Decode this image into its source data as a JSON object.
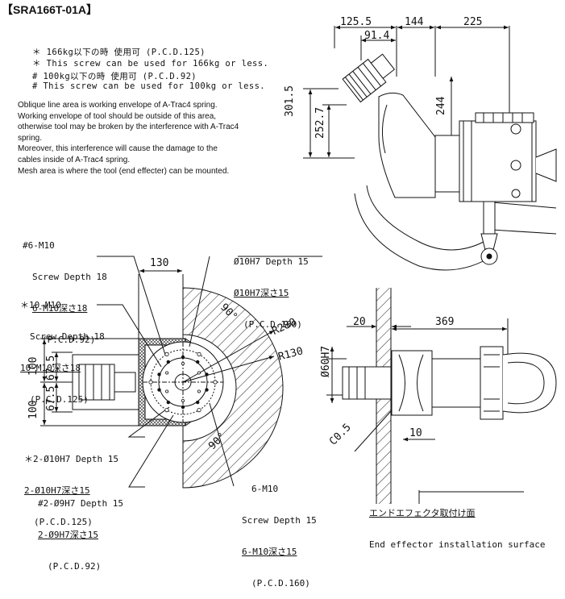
{
  "title": "【SRA166T-01A】",
  "notes": [
    "＊ 166kg以下の時 使用可 (P.C.D.125)",
    "＊ This screw can be used for 166kg or less.",
    "# 100kg以下の時 使用可 (P.C.D.92)",
    "# This screw can be used for 100kg or less."
  ],
  "paragraph": [
    "Oblique line area is working envelope of A-Trac4 spring.",
    "Working envelope of tool should be outside of this area,",
    "otherwise tool may be broken by the interference with A-Trac4",
    "spring.",
    "Moreover, this interference will cause the damage to the",
    "cables inside of A-Trac4 spring.",
    "Mesh area is where the tool (end effecter) can be mounted."
  ],
  "top_view_dims": {
    "d1": "125.5",
    "d2": "144",
    "d3": "225",
    "d4": "91.4",
    "h1": "301.5",
    "h2": "252.7",
    "h3": "244"
  },
  "front_view_dims": {
    "width": "130",
    "r280": "R280",
    "r130": "R130",
    "ang1": "90°",
    "ang2": "90°",
    "v1": "100",
    "v2": "67.5",
    "v3": "100",
    "v4": "67.5"
  },
  "side_view_dims": {
    "d20": "20",
    "d369": "369",
    "phi60": "Ø60H7",
    "c05": "C0.5",
    "d10": "10"
  },
  "callouts": {
    "m10_6_a": [
      "#6-M10",
      "Screw Depth 18",
      "6-M10深さ18",
      "(P.C.D.92)"
    ],
    "m10_10": [
      "＊10-M10",
      "Screw Depth 18",
      "10-M10深さ18",
      "(P.C.D.125)"
    ],
    "phi10_top": [
      "Ø10H7 Depth 15",
      "Ø10H7深さ15",
      "(P.C.D.160)"
    ],
    "phi10_bottom": [
      "＊2-Ø10H7 Depth 15",
      "2-Ø10H7深さ15",
      "(P.C.D.125)"
    ],
    "phi9": [
      "#2-Ø9H7 Depth 15",
      "2-Ø9H7深さ15",
      "(P.C.D.92)"
    ],
    "m10_6_b": [
      "6-M10",
      "Screw Depth 15",
      "6-M10深さ15",
      "(P.C.D.160)"
    ],
    "surface": [
      "エンドエフェクタ取付け面",
      "End effector installation surface"
    ]
  }
}
